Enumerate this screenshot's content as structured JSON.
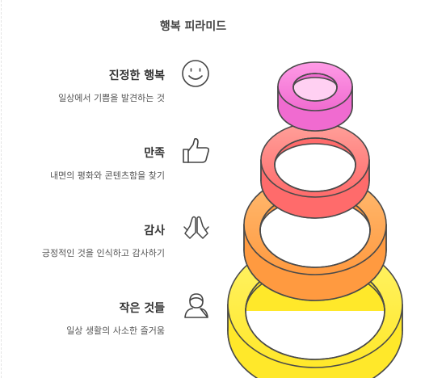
{
  "title": "행복 피라미드",
  "levels": [
    {
      "label": "진정한 행복",
      "description": "일상에서 기쁨을 발견하는 것",
      "icon": "smiley-face-icon",
      "color": "#f06bd0",
      "color_light": "#ff9be6"
    },
    {
      "label": "만족",
      "description": "내면의 평화와 콘텐츠함을 찾기",
      "icon": "thumbs-up-icon",
      "color": "#ff6b6b",
      "color_light": "#ffa09a"
    },
    {
      "label": "감사",
      "description": "긍정적인 것을 인식하고 감사하기",
      "icon": "praying-hands-icon",
      "color": "#ff9a40",
      "color_light": "#ffbb72"
    },
    {
      "label": "작은 것들",
      "description": "일상 생활의 사소한 즐거움",
      "icon": "person-bust-icon",
      "color": "#ffe82a",
      "color_light": "#fff36a"
    }
  ]
}
